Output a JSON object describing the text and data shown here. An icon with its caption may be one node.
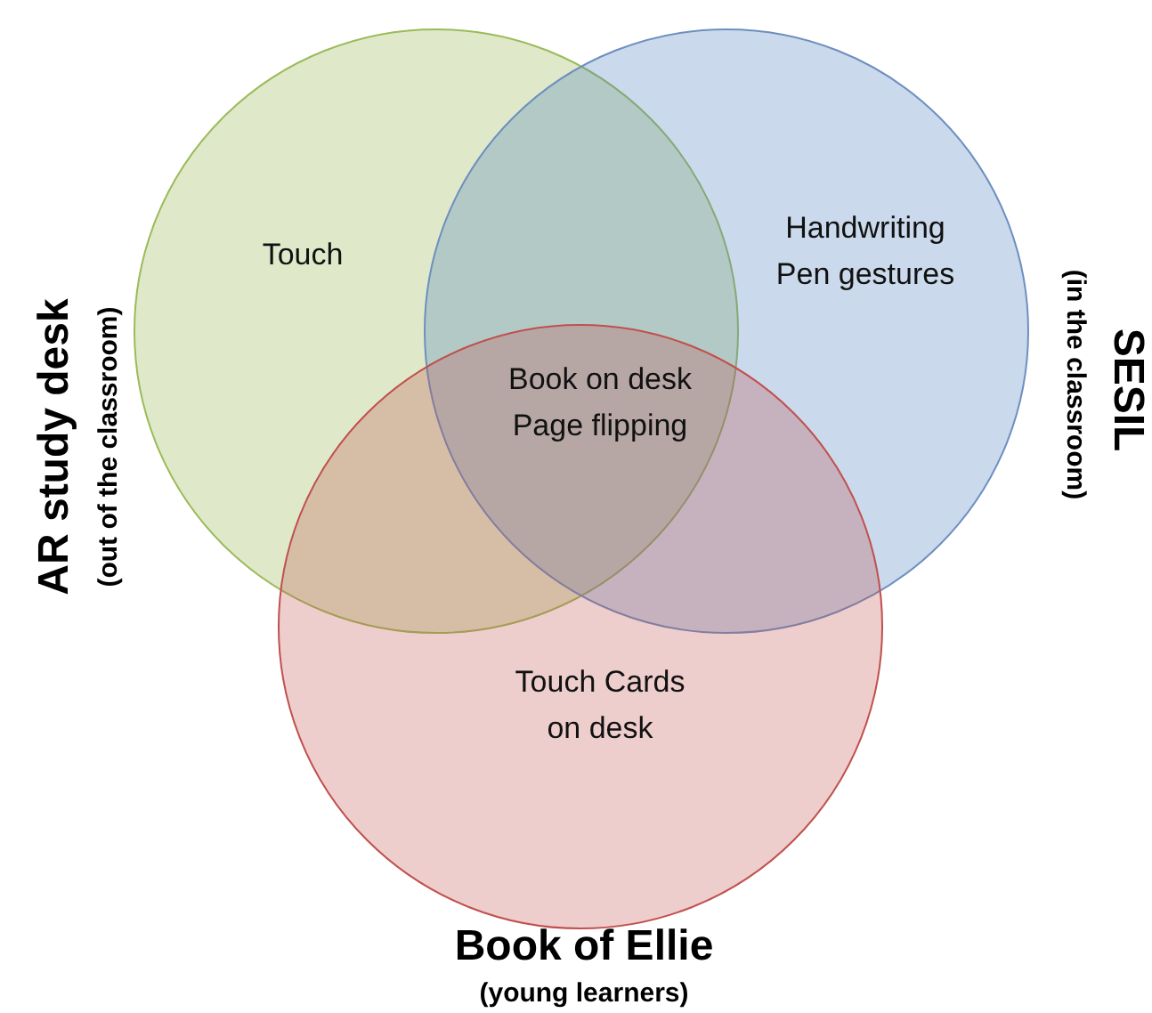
{
  "diagram": {
    "nodes": [
      {
        "text": [
          "AR study desk",
          "(out of the classroom)"
        ]
      },
      {
        "text": [
          "SESIL",
          "(in the classroom)"
        ]
      },
      {
        "text": [
          "Book of Ellie",
          "(young learners)"
        ]
      }
    ],
    "labels": [
      "Touch",
      "Handwriting Pen gestures",
      "Book on desk Page flipping",
      "Touch Cards on desk"
    ]
  }
}
